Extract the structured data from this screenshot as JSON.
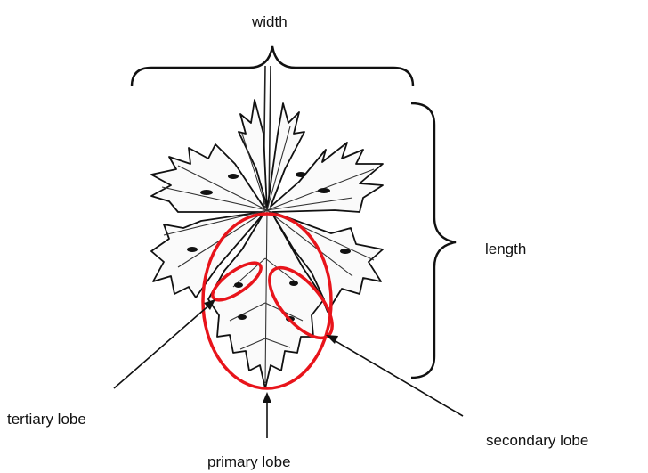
{
  "labels": {
    "width": "width",
    "length": "length",
    "tertiary_lobe": "tertiary lobe",
    "primary_lobe": "primary lobe",
    "secondary_lobe": "secondary lobe"
  },
  "colors": {
    "highlight": "#e8141b",
    "ink": "#111111",
    "background": "#ffffff"
  }
}
